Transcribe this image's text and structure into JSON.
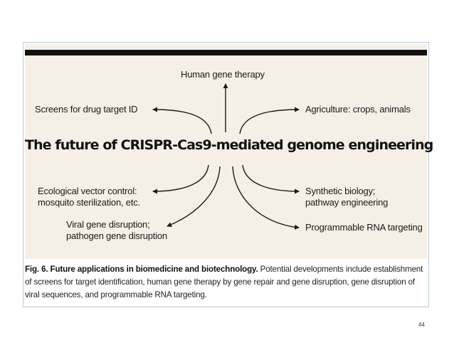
{
  "diagram": {
    "title": "The future of CRISPR-Cas9-mediated genome engineering",
    "applications": {
      "top": "Human gene therapy",
      "upper_left": "Screens for drug target ID",
      "upper_right": "Agriculture: crops, animals",
      "left_line1": "Ecological vector control:",
      "left_line2": "mosquito sterilization, etc.",
      "bottom_left_line1": "Viral gene disruption;",
      "bottom_left_line2": "pathogen gene disruption",
      "right_line1": "Synthetic biology;",
      "right_line2": "pathway engineering",
      "bottom_right": "Programmable RNA targeting"
    },
    "colors": {
      "background": "#f6efe6",
      "bar": "#111111",
      "border": "#b9cbd6"
    }
  },
  "caption": {
    "label": "Fig. 6. Future applications in biomedicine and biotechnology.",
    "text": "Potential developments include establishment of screens for target identification, human gene therapy by gene repair and gene disruption, gene disruption of viral sequences, and programmable RNA targeting."
  },
  "page_number": "44"
}
